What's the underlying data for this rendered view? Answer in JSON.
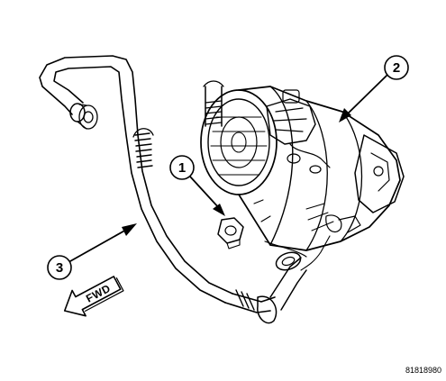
{
  "callouts": [
    {
      "number": "1"
    },
    {
      "number": "2"
    },
    {
      "number": "3"
    }
  ],
  "direction_label": "FWD",
  "figure_id": "81818980"
}
